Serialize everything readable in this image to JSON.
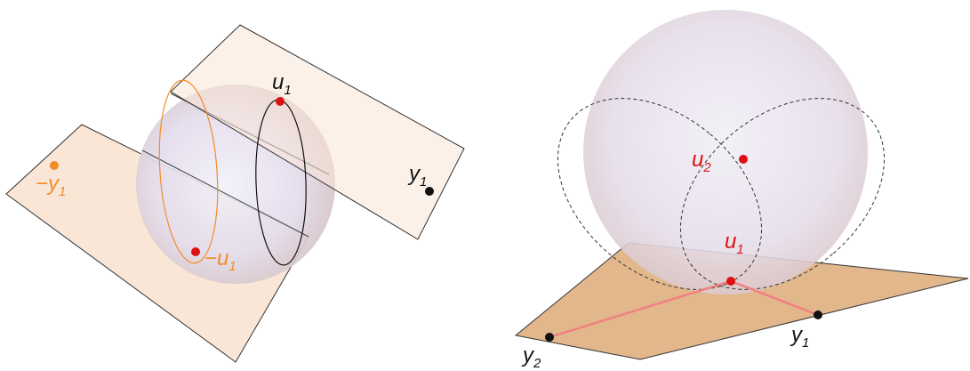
{
  "left": {
    "labels": {
      "u1": {
        "base": "u",
        "sub": "1"
      },
      "neg_u1": {
        "base": "−u",
        "sub": "1"
      },
      "y1": {
        "base": "y",
        "sub": "1"
      },
      "neg_y1": {
        "base": "−y",
        "sub": "1"
      }
    }
  },
  "right": {
    "labels": {
      "u1": {
        "base": "u",
        "sub": "1"
      },
      "u2": {
        "base": "u",
        "sub": "2"
      },
      "y1": {
        "base": "y",
        "sub": "1"
      },
      "y2": {
        "base": "y",
        "sub": "2"
      }
    }
  },
  "colors": {
    "plane_light": "#f9e6d7",
    "plane_tan": "#ddaa78",
    "sphere": "#e6dff0",
    "orange": "#f28c28",
    "red": "#dd1111",
    "black": "#111111",
    "segment": "#f08080"
  }
}
